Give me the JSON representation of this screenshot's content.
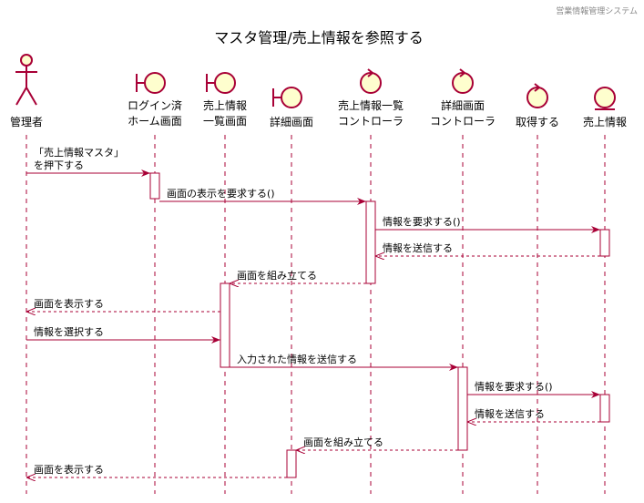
{
  "header": {
    "text": "営業情報管理システム"
  },
  "title": {
    "text": "マスタ管理/売上情報を参照する"
  },
  "participants": [
    {
      "id": "actor",
      "type": "actor",
      "lines": [
        "管理者"
      ]
    },
    {
      "id": "login",
      "type": "boundary",
      "lines": [
        "ログイン済",
        "ホーム画面"
      ]
    },
    {
      "id": "list",
      "type": "boundary",
      "lines": [
        "売上情報",
        "一覧画面"
      ]
    },
    {
      "id": "detail",
      "type": "boundary",
      "lines": [
        "詳細画面"
      ]
    },
    {
      "id": "listctl",
      "type": "control",
      "lines": [
        "売上情報一覧",
        "コントローラ"
      ]
    },
    {
      "id": "detctl",
      "type": "control",
      "lines": [
        "詳細画面",
        "コントローラ"
      ]
    },
    {
      "id": "fetch",
      "type": "control",
      "lines": [
        "取得する"
      ]
    },
    {
      "id": "entity",
      "type": "entity",
      "lines": [
        "売上情報"
      ]
    }
  ],
  "messages": [
    {
      "from": "actor",
      "to": "login",
      "style": "solid",
      "lines": [
        "「売上情報マスタ」",
        "を押下する"
      ]
    },
    {
      "from": "login",
      "to": "listctl",
      "style": "solid",
      "lines": [
        "画面の表示を要求する()"
      ]
    },
    {
      "from": "listctl",
      "to": "entity",
      "style": "solid",
      "lines": [
        "情報を要求する()"
      ]
    },
    {
      "from": "entity",
      "to": "listctl",
      "style": "dashed",
      "lines": [
        "情報を送信する"
      ]
    },
    {
      "from": "listctl",
      "to": "list",
      "style": "dashed",
      "lines": [
        "画面を組み立てる"
      ]
    },
    {
      "from": "list",
      "to": "actor",
      "style": "dashed",
      "lines": [
        "画面を表示する"
      ]
    },
    {
      "from": "actor",
      "to": "list",
      "style": "solid",
      "lines": [
        "情報を選択する"
      ]
    },
    {
      "from": "list",
      "to": "detctl",
      "style": "solid",
      "lines": [
        "入力された情報を送信する"
      ]
    },
    {
      "from": "detctl",
      "to": "entity",
      "style": "solid",
      "lines": [
        "情報を要求する()"
      ]
    },
    {
      "from": "entity",
      "to": "detctl",
      "style": "dashed",
      "lines": [
        "情報を送信する"
      ]
    },
    {
      "from": "detctl",
      "to": "detail",
      "style": "dashed",
      "lines": [
        "画面を組み立てる"
      ]
    },
    {
      "from": "detail",
      "to": "actor",
      "style": "dashed",
      "lines": [
        "画面を表示する"
      ]
    }
  ],
  "colors": {
    "arrow": "#A80036",
    "fill": "#FEFECE",
    "lifeline": "#A80036",
    "activation_fill": "#FFFFFF"
  }
}
